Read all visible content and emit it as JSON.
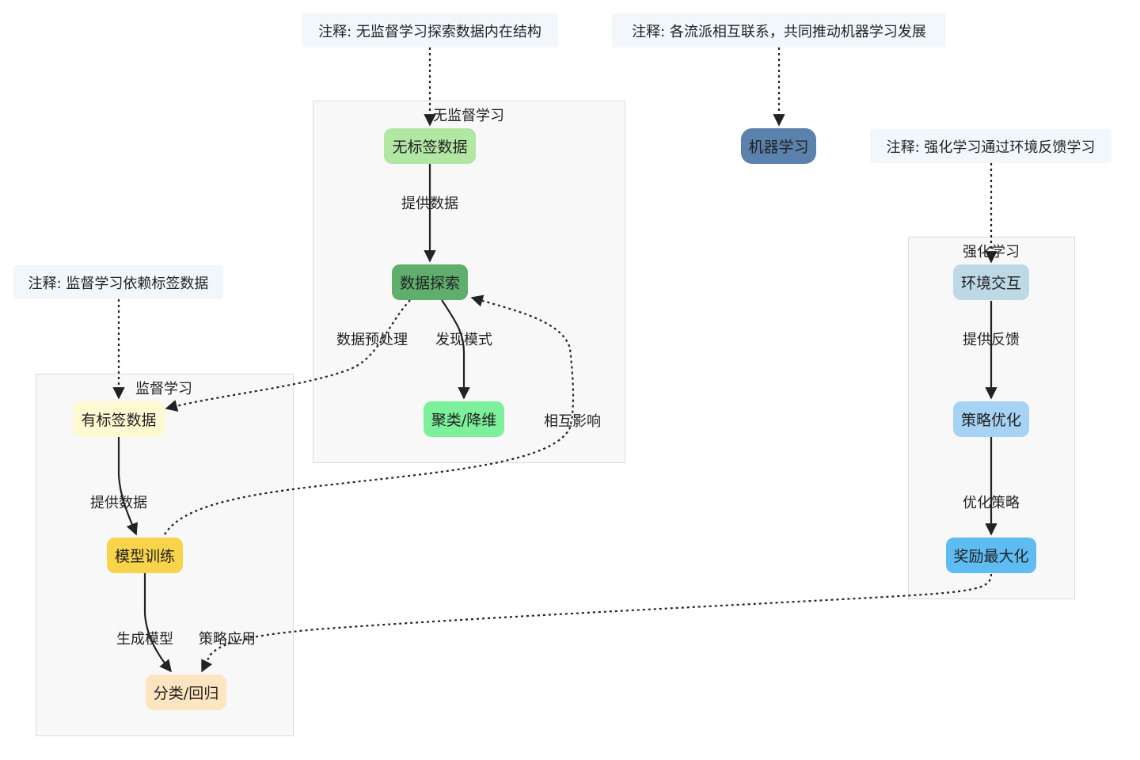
{
  "groups": {
    "unsupervised": "无监督学习",
    "supervised": "监督学习",
    "reinforcement": "强化学习"
  },
  "notes": {
    "unsupervised": "注释: 无监督学习探索数据内在结构",
    "schools": "注释: 各流派相互联系，共同推动机器学习发展",
    "supervised": "注释: 监督学习依赖标签数据",
    "reinforcement": "注释: 强化学习通过环境反馈学习"
  },
  "nodes": {
    "unlabeled_data": {
      "label": "无标签数据",
      "color": "#b1e6a3"
    },
    "data_exploration": {
      "label": "数据探索",
      "color": "#5fae6e"
    },
    "clustering": {
      "label": "聚类/降维",
      "color": "#7cf09a"
    },
    "machine_learning": {
      "label": "机器学习",
      "color": "#5b82ad"
    },
    "labeled_data": {
      "label": "有标签数据",
      "color": "#fff9d2"
    },
    "model_training": {
      "label": "模型训练",
      "color": "#f7d44a"
    },
    "classification": {
      "label": "分类/回归",
      "color": "#fde5c1"
    },
    "environment": {
      "label": "环境交互",
      "color": "#bcd9e5"
    },
    "policy_opt": {
      "label": "策略优化",
      "color": "#a6d2f3"
    },
    "reward_max": {
      "label": "奖励最大化",
      "color": "#5ebcf2"
    }
  },
  "edge_labels": {
    "provide_data_u": "提供数据",
    "preprocess": "数据预处理",
    "discover": "发现模式",
    "mutual": "相互影响",
    "provide_data_s": "提供数据",
    "gen_model": "生成模型",
    "policy_apply": "策略应用",
    "feedback": "提供反馈",
    "opt_policy": "优化策略"
  }
}
